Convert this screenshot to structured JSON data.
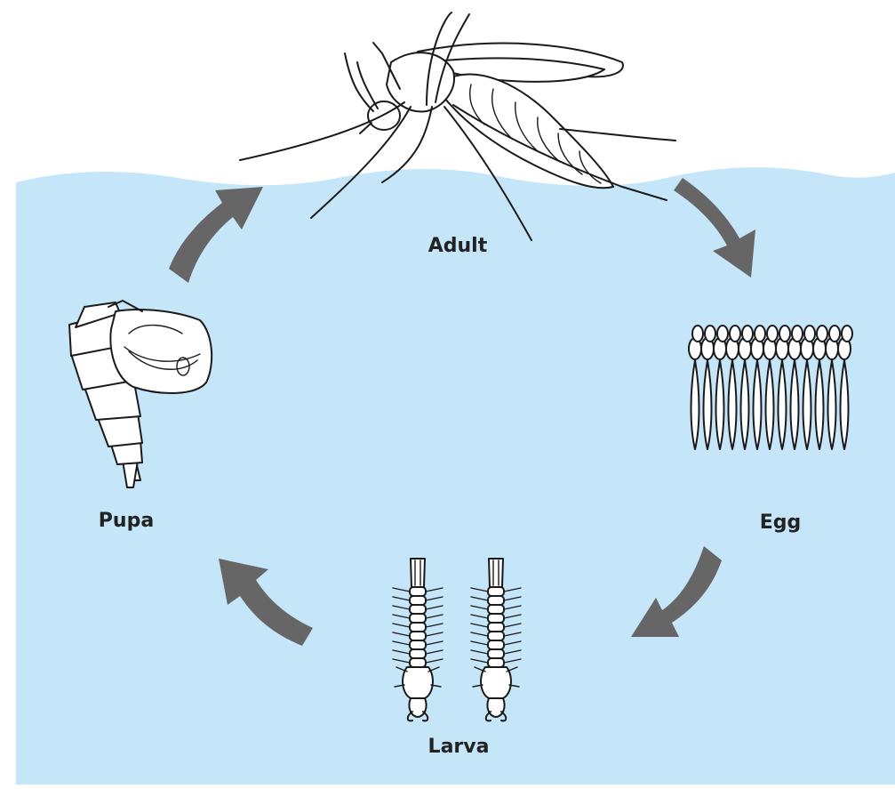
{
  "stages": {
    "adult": "Adult",
    "egg": "Egg",
    "larva": "Larva",
    "pupa": "Pupa"
  },
  "colors": {
    "water": "#c5e5f9",
    "arrow": "#666666",
    "outline": "#1a1a1a"
  }
}
